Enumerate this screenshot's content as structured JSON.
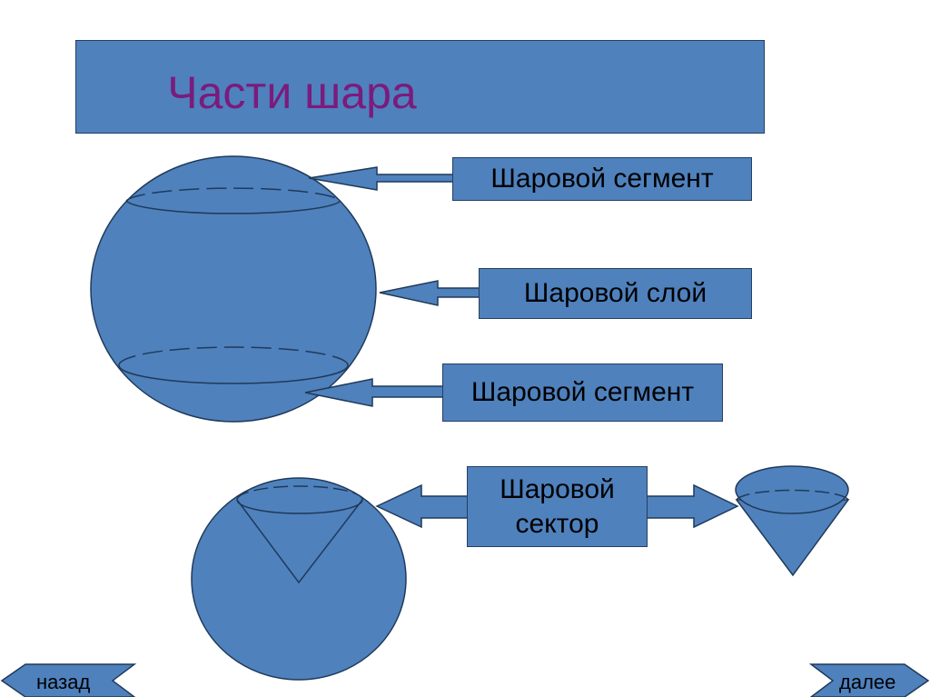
{
  "title": "Части шара",
  "labels": {
    "segment_top": "Шаровой сегмент",
    "layer": "Шаровой слой",
    "segment_bottom": "Шаровой сегмент",
    "sector_line1": "Шаровой",
    "sector_line2": "сектор"
  },
  "nav": {
    "back": "назад",
    "next": "далее"
  },
  "colors": {
    "fill": "#4f81bd",
    "stroke": "#243f60",
    "title_text": "#7b1b7c"
  }
}
